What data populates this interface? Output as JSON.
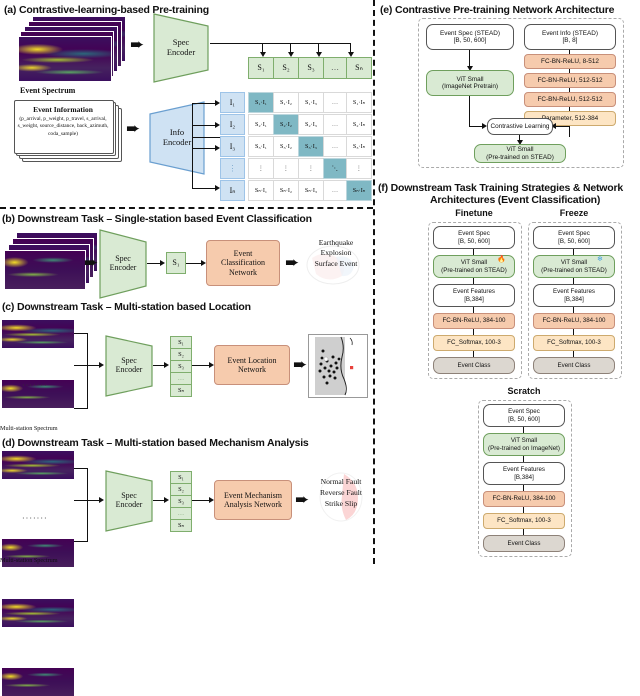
{
  "figure": {
    "panels": {
      "a": {
        "label": "(a) Contrastive-learning-based Pre-training",
        "spectrum_caption": "Event Spectrum",
        "spec_encoder": "Spec\nEncoder",
        "spec_encoder_line1": "Spec",
        "spec_encoder_line2": "Encoder",
        "info_box_title": "Event Information",
        "info_box_body": "(p_arrival, p_weight, p_travel, s_arrival, s_weight, source_distance, back_azimuth, coda_sample)",
        "info_encoder_line1": "Info",
        "info_encoder_line2": "Encoder",
        "s_tokens": [
          "S₁",
          "S₂",
          "S₃",
          "…",
          "Sₙ"
        ],
        "s_tokens_sub": [
          "S",
          "S",
          "S",
          "…",
          "S"
        ],
        "i_tokens": [
          "I₁",
          "I₂",
          "I₃",
          "⋮",
          "Iₙ"
        ],
        "matrix_rows": [
          [
            "S₁·I₁",
            "S₁·I₂",
            "S₁·I₃",
            "…",
            "S₁·Iₙ"
          ],
          [
            "S₂·I₁",
            "S₂·I₂",
            "S₂·I₃",
            "…",
            "S₂·Iₙ"
          ],
          [
            "S₃·I₁",
            "S₃·I₂",
            "S₃·I₃",
            "…",
            "S₃·Iₙ"
          ],
          [
            "⋮",
            "⋮",
            "⋮",
            "⋱",
            "⋮"
          ],
          [
            "Sₙ·I₁",
            "Sₙ·I₂",
            "Sₙ·I₃",
            "…",
            "Sₙ·Iₙ"
          ]
        ]
      },
      "b": {
        "label": "(b) Downstream Task – Single-station based Event Classification",
        "spec_encoder_line1": "Spec",
        "spec_encoder_line2": "Encoder",
        "token": "S₁",
        "network_line1": "Event",
        "network_line2": "Classification",
        "network_line3": "Network",
        "outputs": [
          "Earthquake",
          "Explosion",
          "Surface Event"
        ]
      },
      "c": {
        "label": "(c) Downstream Task – Multi-station based Location",
        "spectrum_caption": "Multi-station Spectrum",
        "spec_encoder_line1": "Spec",
        "spec_encoder_line2": "Encoder",
        "tokens": [
          "S₁",
          "S₂",
          "S₃",
          "…",
          "Sₙ"
        ],
        "network_line1": "Event Location",
        "network_line2": "Network",
        "ellipsis": "·······"
      },
      "d": {
        "label": "(d) Downstream Task – Multi-station based Mechanism Analysis",
        "spectrum_caption": "Multi-station Spectrum",
        "spec_encoder_line1": "Spec",
        "spec_encoder_line2": "Encoder",
        "tokens": [
          "S₁",
          "S₂",
          "S₃",
          "…",
          "Sₙ"
        ],
        "network_line1": "Event Mechanism",
        "network_line2": "Analysis Network",
        "outputs": [
          "Normal Fault",
          "Reverse Fault",
          "Strike Slip"
        ],
        "ellipsis": "·······"
      },
      "e": {
        "label": "(e) Contrastive Pre-training Network Architecture",
        "spec_input_l1": "Event Spec (STEAD)",
        "spec_input_l2": "[B, 50, 600]",
        "info_input_l1": "Event Info (STEAD)",
        "info_input_l2": "[B, 8]",
        "fc_blocks": [
          "FC-BN-ReLU, 8-512",
          "FC-BN-ReLU, 512-512",
          "FC-BN-ReLU, 512-512"
        ],
        "param_block": "Parameter, 512-384",
        "vit_imagenet_l1": "ViT Small",
        "vit_imagenet_l2": "(ImageNet Pretrain)",
        "contrastive": "Contrastive Learning",
        "vit_out_l1": "ViT Small",
        "vit_out_l2": "(Pre-trained on STEAD)"
      },
      "f": {
        "label_l1": "(f) Downstream Task Training Strategies & Network",
        "label_l2": "Architectures (Event Classification)",
        "columns": [
          {
            "title": "Finetune",
            "icon": "fire-icon",
            "blocks": [
              {
                "name": "event-spec",
                "l1": "Event Spec",
                "l2": "[B, 50, 600]",
                "style": "white"
              },
              {
                "name": "vit-small",
                "l1": "ViT Small",
                "l2": "(Pre-trained on STEAD)",
                "style": "green"
              },
              {
                "name": "event-features",
                "l1": "Event Features",
                "l2": "[B,384]",
                "style": "white"
              },
              {
                "name": "fc-bn-relu",
                "l1": "FC-BN-ReLU, 384-100",
                "l2": "",
                "style": "salmon"
              },
              {
                "name": "fc-softmax",
                "l1": "FC_Softmax, 100-3",
                "l2": "",
                "style": "peach"
              },
              {
                "name": "event-class",
                "l1": "Event Class",
                "l2": "",
                "style": "gray"
              }
            ]
          },
          {
            "title": "Freeze",
            "icon": "snowflake-icon",
            "blocks": [
              {
                "name": "event-spec",
                "l1": "Event Spec",
                "l2": "[B, 50, 600]",
                "style": "white"
              },
              {
                "name": "vit-small",
                "l1": "ViT Small",
                "l2": "(Pre-trained on STEAD)",
                "style": "green"
              },
              {
                "name": "event-features",
                "l1": "Event Features",
                "l2": "[B,384]",
                "style": "white"
              },
              {
                "name": "fc-bn-relu",
                "l1": "FC-BN-ReLU, 384-100",
                "l2": "",
                "style": "salmon"
              },
              {
                "name": "fc-softmax",
                "l1": "FC_Softmax, 100-3",
                "l2": "",
                "style": "peach"
              },
              {
                "name": "event-class",
                "l1": "Event Class",
                "l2": "",
                "style": "gray"
              }
            ]
          },
          {
            "title": "Scratch",
            "icon": "none",
            "blocks": [
              {
                "name": "event-spec",
                "l1": "Event Spec",
                "l2": "[B, 50, 600]",
                "style": "white"
              },
              {
                "name": "vit-small",
                "l1": "ViT Small",
                "l2": "(Pre-trained on ImageNet)",
                "style": "green"
              },
              {
                "name": "event-features",
                "l1": "Event Features",
                "l2": "[B,384]",
                "style": "white"
              },
              {
                "name": "fc-bn-relu",
                "l1": "FC-BN-ReLU, 384-100",
                "l2": "",
                "style": "salmon"
              },
              {
                "name": "fc-softmax",
                "l1": "FC_Softmax, 100-3",
                "l2": "",
                "style": "peach"
              },
              {
                "name": "event-class",
                "l1": "Event Class",
                "l2": "",
                "style": "gray"
              }
            ]
          }
        ]
      }
    },
    "colors": {
      "green_fill": "#d9ead3",
      "green_border": "#6f9f5d",
      "blue_fill": "#cfe2f3",
      "blue_border": "#9ec4e8",
      "diag_fill": "#7fb8c4",
      "salmon_fill": "#f6cbad",
      "peach_fill": "#fde5c4",
      "gray_fill": "#dcd7d0",
      "accent_red": "#e8413c"
    }
  }
}
